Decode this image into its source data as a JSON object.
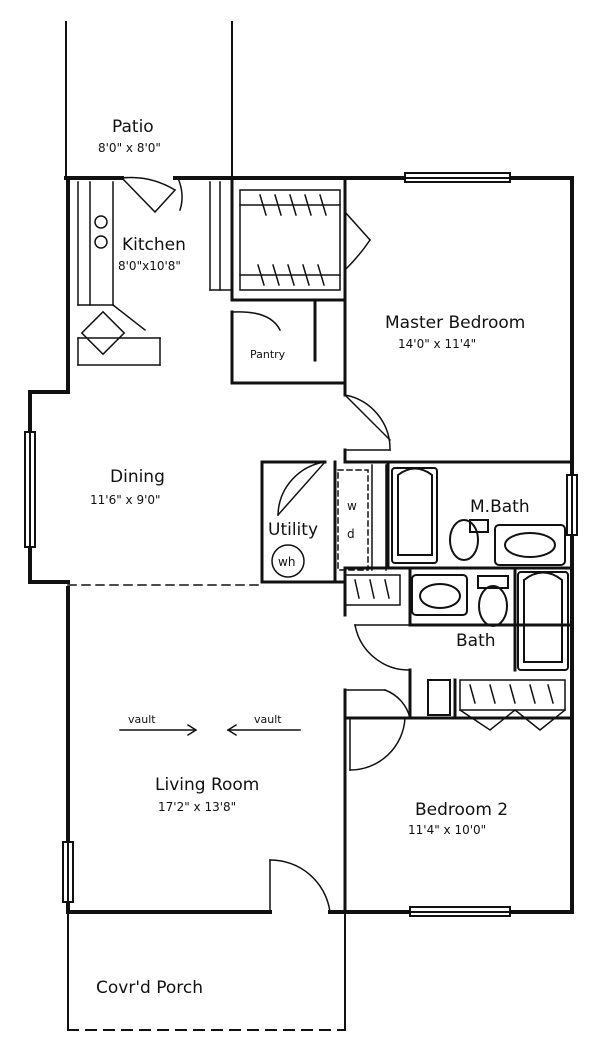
{
  "rooms": {
    "patio": {
      "name": "Patio",
      "dims": "8'0\" x 8'0\""
    },
    "kitchen": {
      "name": "Kitchen",
      "dims": "8'0\"x10'8\""
    },
    "pantry": {
      "name": "Pantry"
    },
    "master_bedroom": {
      "name": "Master Bedroom",
      "dims": "14'0\" x 11'4\""
    },
    "dining": {
      "name": "Dining",
      "dims": "11'6\" x 9'0\""
    },
    "utility": {
      "name": "Utility"
    },
    "m_bath": {
      "name": "M.Bath"
    },
    "bath": {
      "name": "Bath"
    },
    "living_room": {
      "name": "Living Room",
      "dims": "17'2\" x 13'8\""
    },
    "bedroom_2": {
      "name": "Bedroom 2",
      "dims": "11'4\" x 10'0\""
    },
    "covered_porch": {
      "name": "Covr'd Porch"
    }
  },
  "fixtures": {
    "water_heater": "wh",
    "washer": "w",
    "dryer": "d",
    "vault_left": "vault",
    "vault_right": "vault"
  },
  "colors": {
    "line": "#111111",
    "background": "#ffffff"
  }
}
